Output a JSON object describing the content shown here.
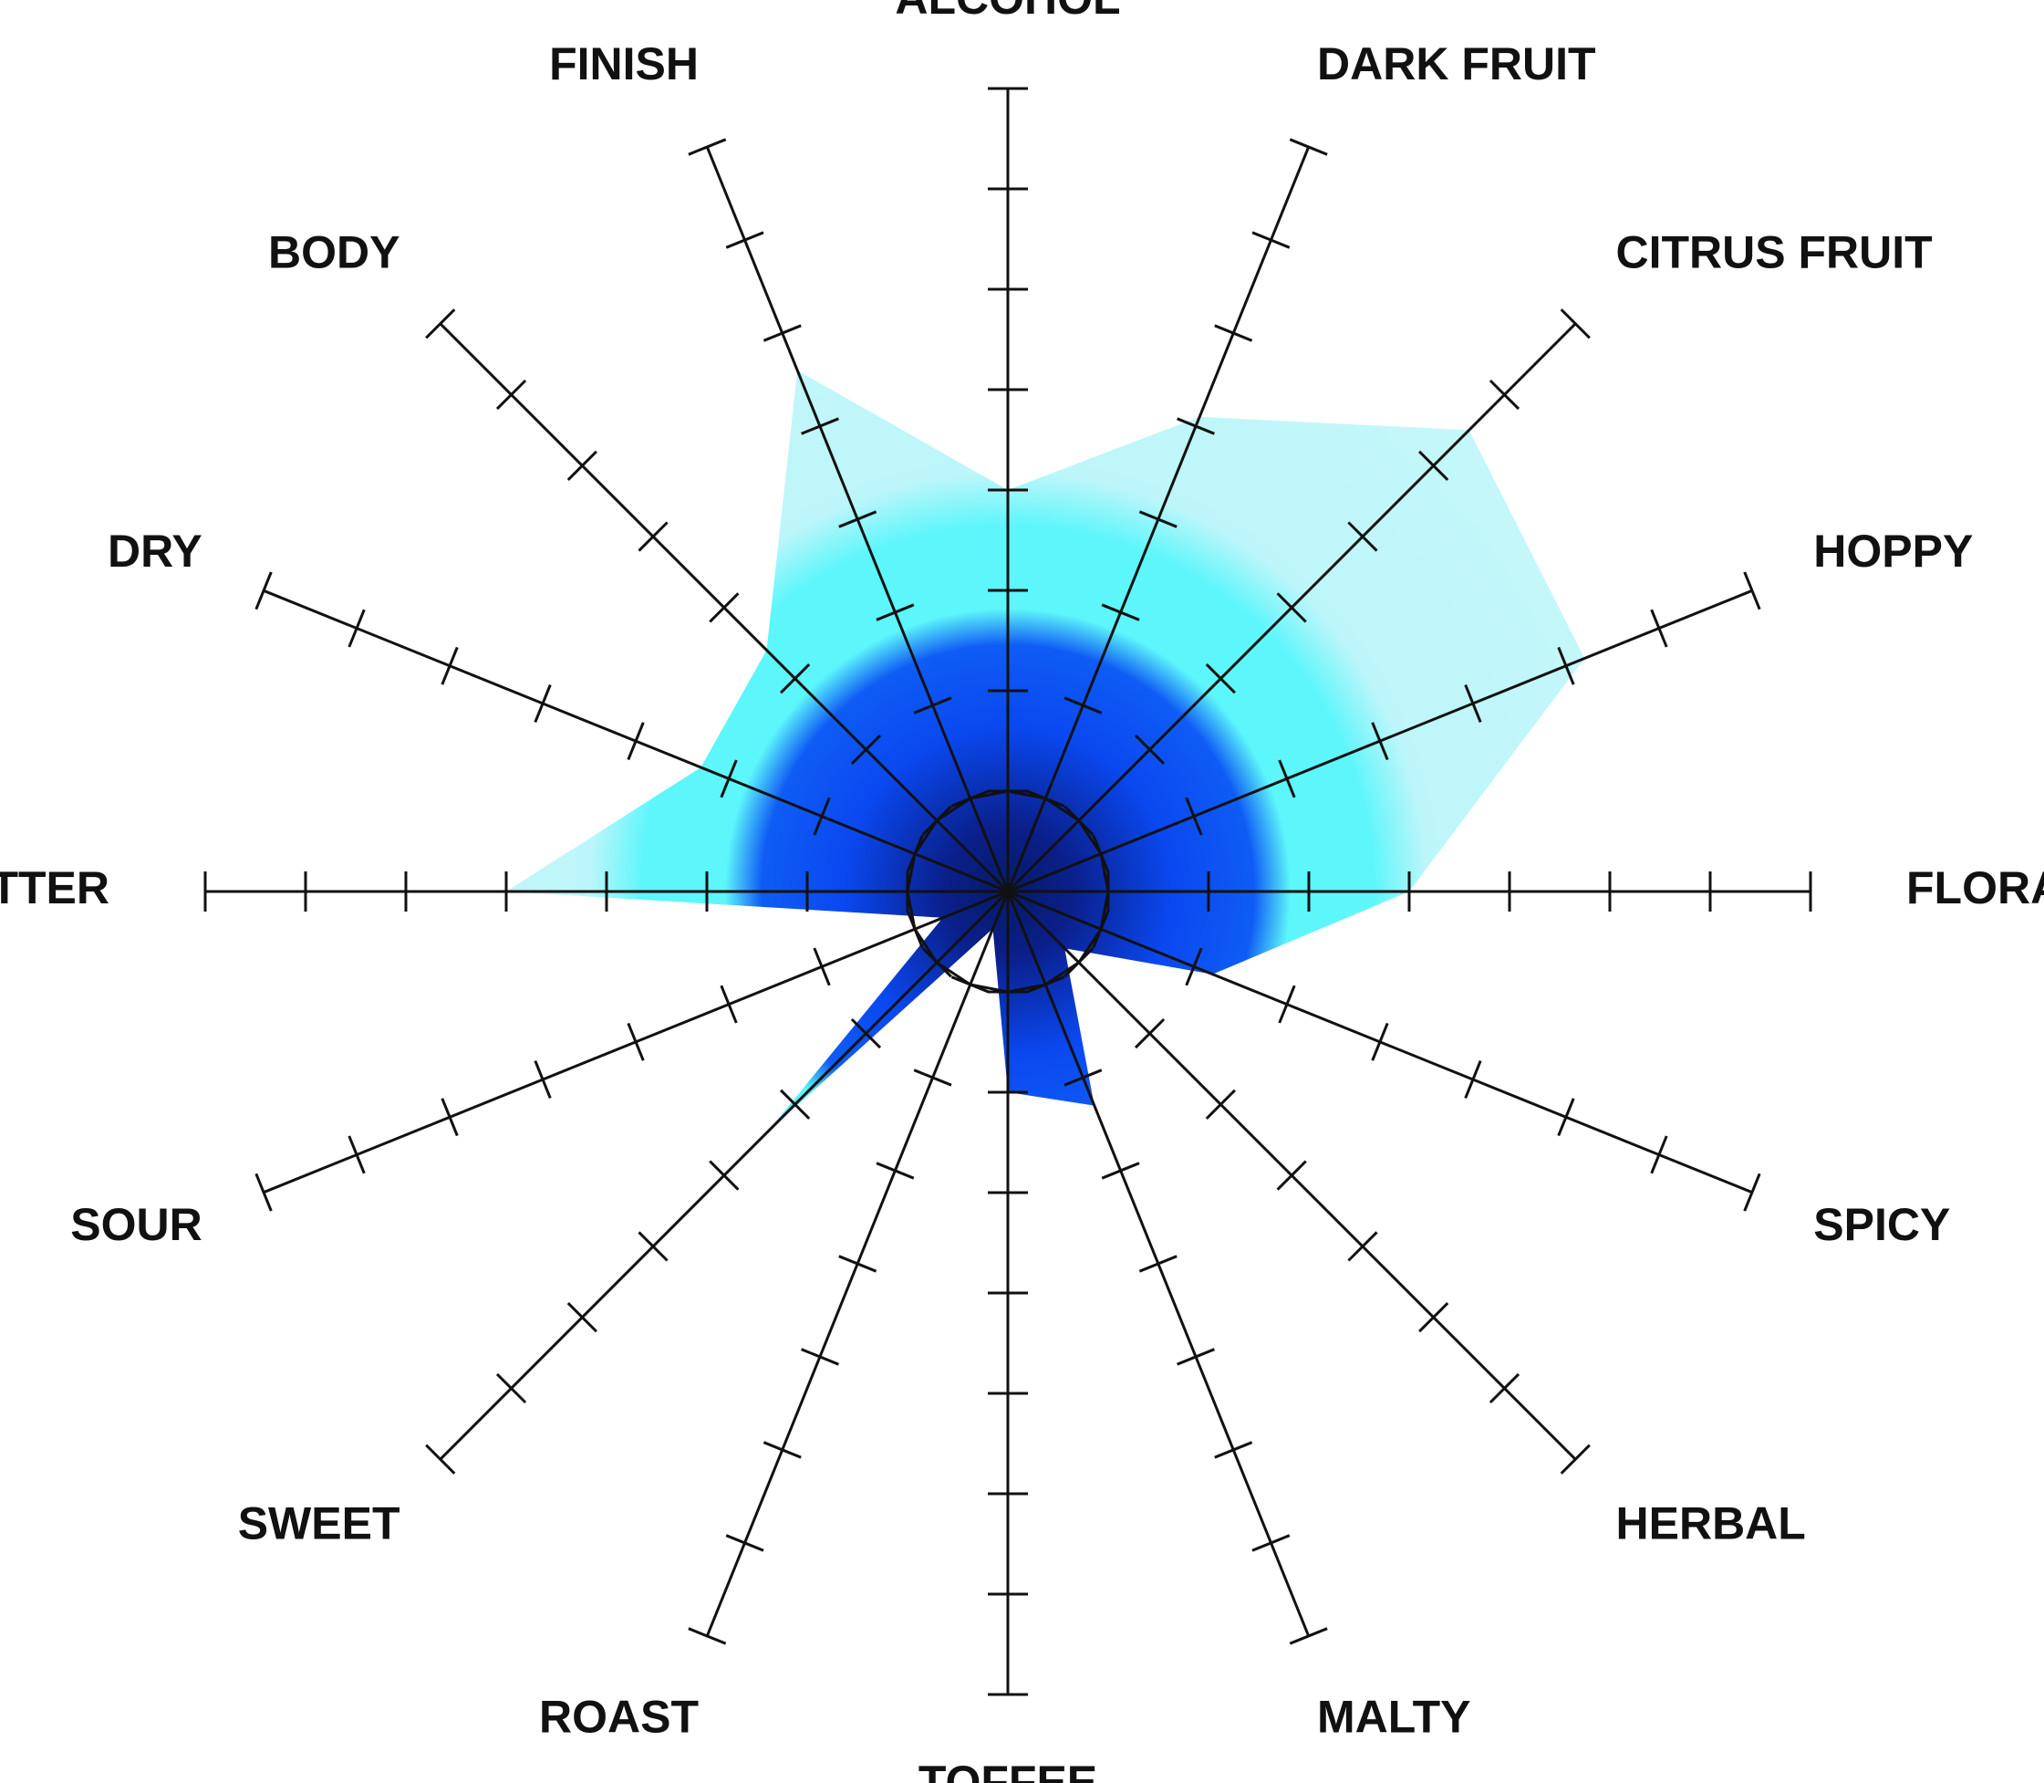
{
  "chart_data": {
    "type": "radar",
    "axes": [
      "ALCOHOL",
      "DARK FRUIT",
      "CITRUS FRUIT",
      "HOPPY",
      "FLORAL",
      "SPICY",
      "HERBAL",
      "MALTY",
      "TOFFEE",
      "ROAST",
      "SWEET",
      "SOUR",
      "BITTER",
      "DRY",
      "BODY",
      "FINISH"
    ],
    "axis_angles_deg": [
      0,
      22,
      45,
      68,
      90,
      112,
      135,
      158,
      180,
      202,
      225,
      248,
      270,
      292,
      315,
      338
    ],
    "scale": {
      "min": 0,
      "max": 8,
      "ticks": 8
    },
    "values": [
      4.0,
      5.1,
      6.5,
      6.2,
      4.0,
      2.2,
      0.8,
      2.3,
      2.0,
      0.4,
      3.4,
      0.7,
      5.0,
      3.3,
      3.4,
      5.6
    ],
    "gradient": {
      "center": "#061a66",
      "mid": "#0a48f0",
      "inner_cyan": "#5cf6fb",
      "outer": "#bdf6fa"
    },
    "grid": false,
    "legend": "none"
  }
}
